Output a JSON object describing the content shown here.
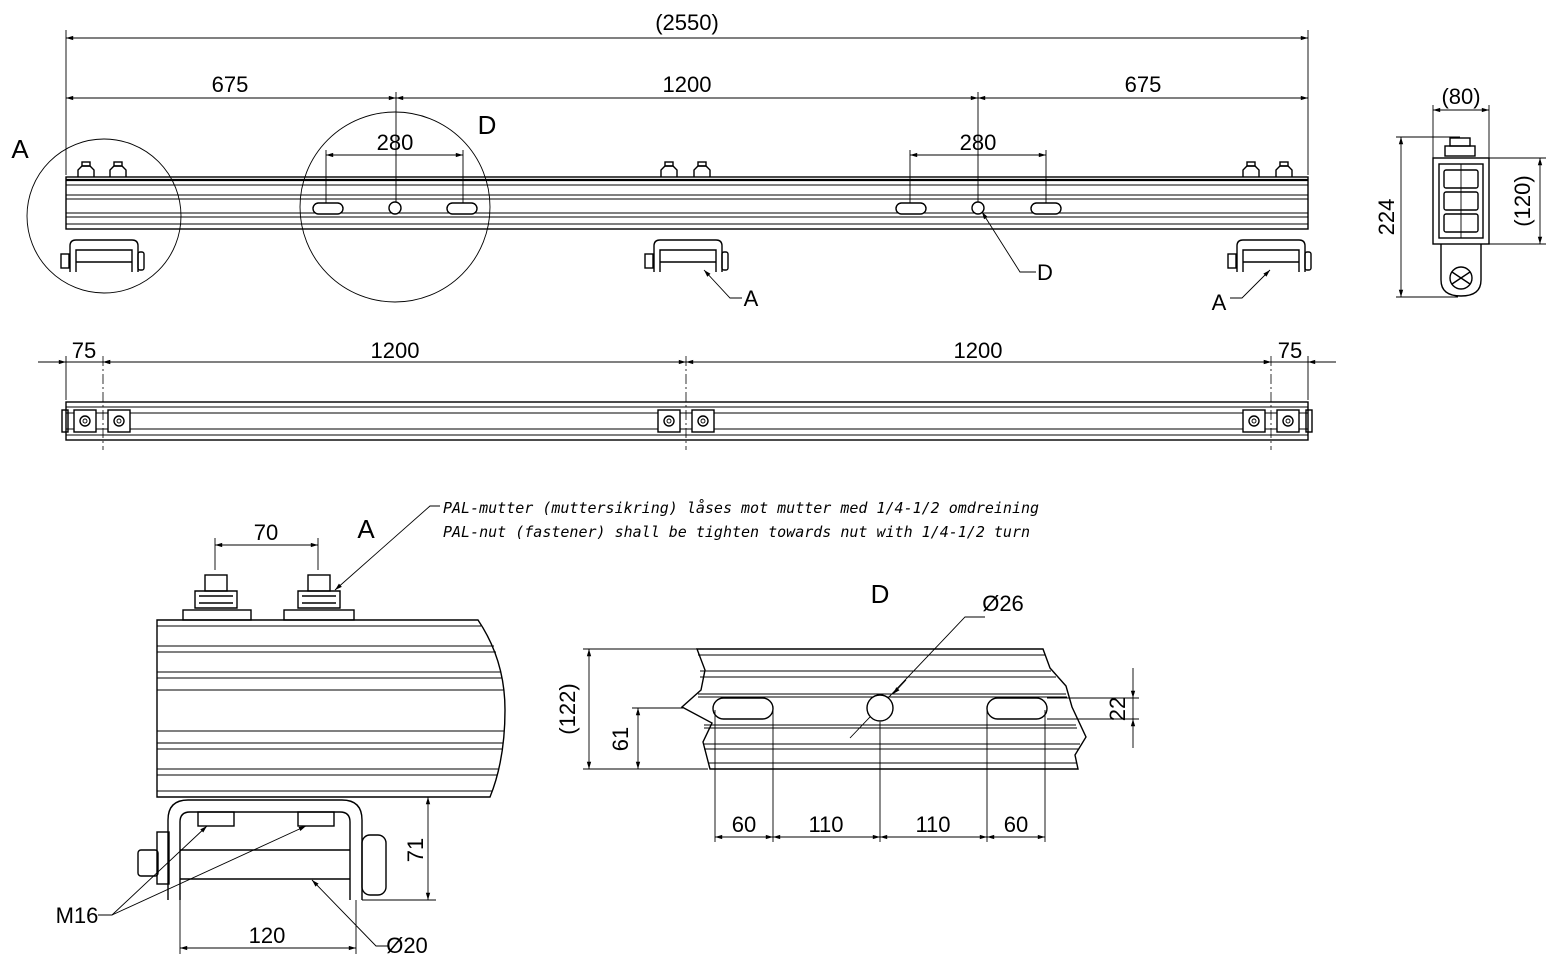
{
  "top_view": {
    "overall": "(2550)",
    "seg_left": "675",
    "seg_mid": "1200",
    "seg_right": "675",
    "slot_spacing_left": "280",
    "slot_spacing_right": "280",
    "label_a_circle": "A",
    "label_d_circle": "D",
    "leader_d": "D",
    "leader_a_mid": "A",
    "leader_a_right": "A"
  },
  "end_view": {
    "width": "(80)",
    "height": "224",
    "profile_height": "(120)"
  },
  "bottom_view": {
    "end_left": "75",
    "span_left": "1200",
    "span_right": "1200",
    "end_right": "75"
  },
  "detail_a": {
    "title": "A",
    "bolt_spacing": "70",
    "note_line1": "PAL-mutter (muttersikring) låses mot mutter med 1/4-1/2 omdreining",
    "note_line2": "PAL-nut (fastener) shall be tighten towards nut with 1/4-1/2 turn",
    "height_71": "71",
    "width_120": "120",
    "bolt_label": "M16",
    "pin_label": "Ø20"
  },
  "detail_d": {
    "title": "D",
    "hole_dia": "Ø26",
    "profile_height": "(122)",
    "hole_height": "61",
    "slot_height": "22",
    "d1": "60",
    "d2": "110",
    "d3": "110",
    "d4": "60"
  }
}
